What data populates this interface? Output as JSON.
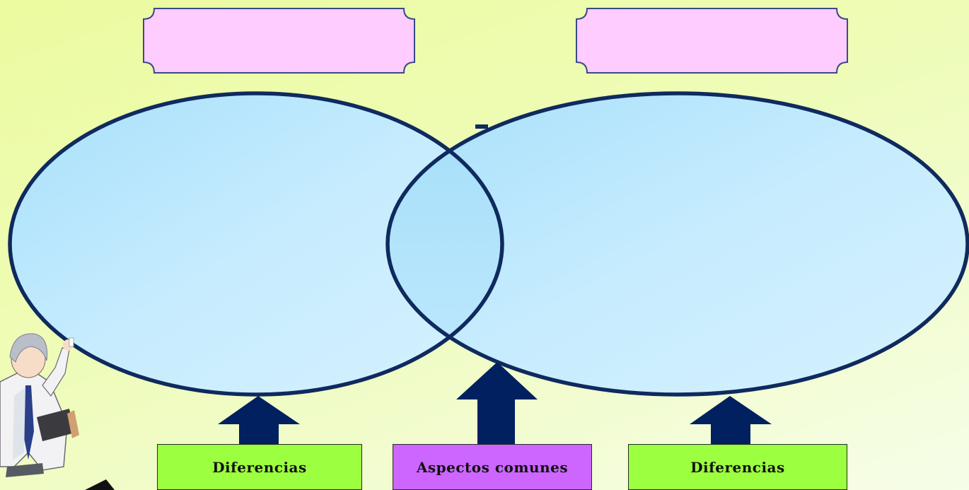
{
  "colors": {
    "background": "#eefcb8",
    "circle_fill": "#b8e6ff",
    "circle_stroke": "#0f2a5e",
    "title_box_fill": "#ffccff",
    "title_box_stroke": "#3a4a8a",
    "arrow": "#002060",
    "difference_box": "#9cff3f",
    "common_box": "#cc66ff"
  },
  "title_boxes": {
    "left": "",
    "right": ""
  },
  "labels": {
    "left": "Diferencias",
    "center": "Aspectos comunes",
    "right": "Diferencias"
  }
}
